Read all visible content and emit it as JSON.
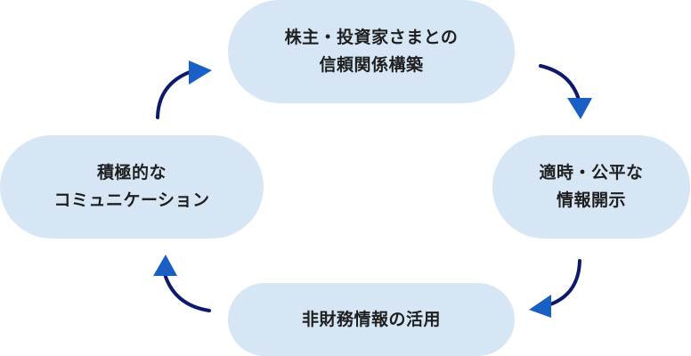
{
  "diagram": {
    "nodes": [
      {
        "id": "top",
        "lines": [
          "株主・投資家さまとの",
          "信頼関係構築"
        ]
      },
      {
        "id": "right",
        "lines": [
          "適時・公平な",
          "情報開示"
        ]
      },
      {
        "id": "bottom",
        "lines": [
          "非財務情報の活用"
        ]
      },
      {
        "id": "left",
        "lines": [
          "積極的な",
          "コミュニケーション"
        ]
      }
    ],
    "colors": {
      "node_fill": "#d6e6f4",
      "arrow": "#0d1a6b",
      "arrow_head": "#1a5fc4",
      "text": "#1f1f1f"
    },
    "flow": "clockwise"
  }
}
